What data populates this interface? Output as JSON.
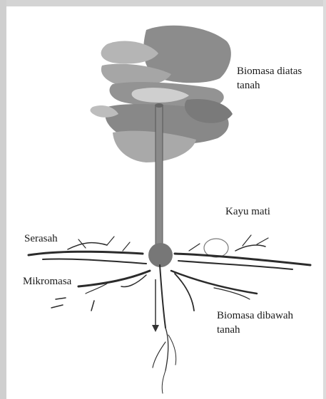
{
  "labels": {
    "biomasa_atas": "Biomasa diatas\ntanah",
    "kayu_mati": "Kayu mati",
    "serasah": "Serasah",
    "mikromasa": "Mikromasa",
    "biomasa_bawah": "Biomasa dibawah\ntanah"
  },
  "colors": {
    "frame": "#d4d4d4",
    "canopy_dark": "#7e7e7e",
    "canopy_mid": "#a3a3a3",
    "canopy_light": "#c9c9c9",
    "trunk": "#8a8a8a",
    "roots": "#2b2b2b",
    "text": "#1a1a1a"
  }
}
